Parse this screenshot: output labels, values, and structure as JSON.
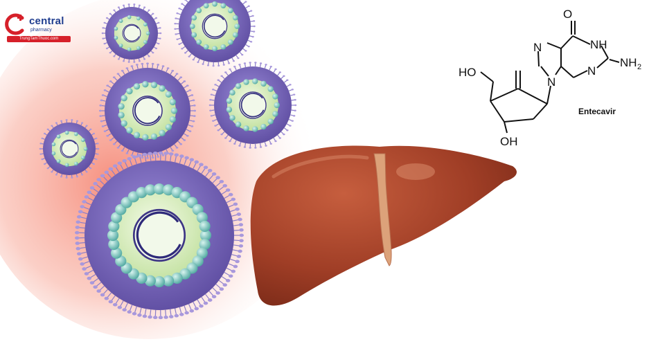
{
  "logo": {
    "brand": "central",
    "tagline": "pharmacy",
    "url": "TrungTamThuoc.com",
    "brand_color": "#1f3d8f",
    "accent_color": "#d6202a"
  },
  "molecule": {
    "name": "Entecavir",
    "atoms": {
      "o_top": "O",
      "nh": "NH",
      "n_left": "N",
      "n_ring": "N",
      "n_bridge": "N",
      "nh2": "NH",
      "nh2_sub": "2",
      "ho": "HO",
      "oh": "OH"
    }
  },
  "colors": {
    "virus_outer": "#7a66b8",
    "virus_inner": "#cfe8b0",
    "capsid_bead": "#7fc8c0",
    "liver": "#a8442c",
    "ligament": "#d99a6e",
    "glow": "#f6a08a"
  },
  "icons": {
    "logo": "central-pharmacy-logo-icon",
    "virus": "hepatitis-b-virus-icon",
    "liver": "liver-illustration-icon",
    "molecule": "entecavir-structure-icon"
  }
}
